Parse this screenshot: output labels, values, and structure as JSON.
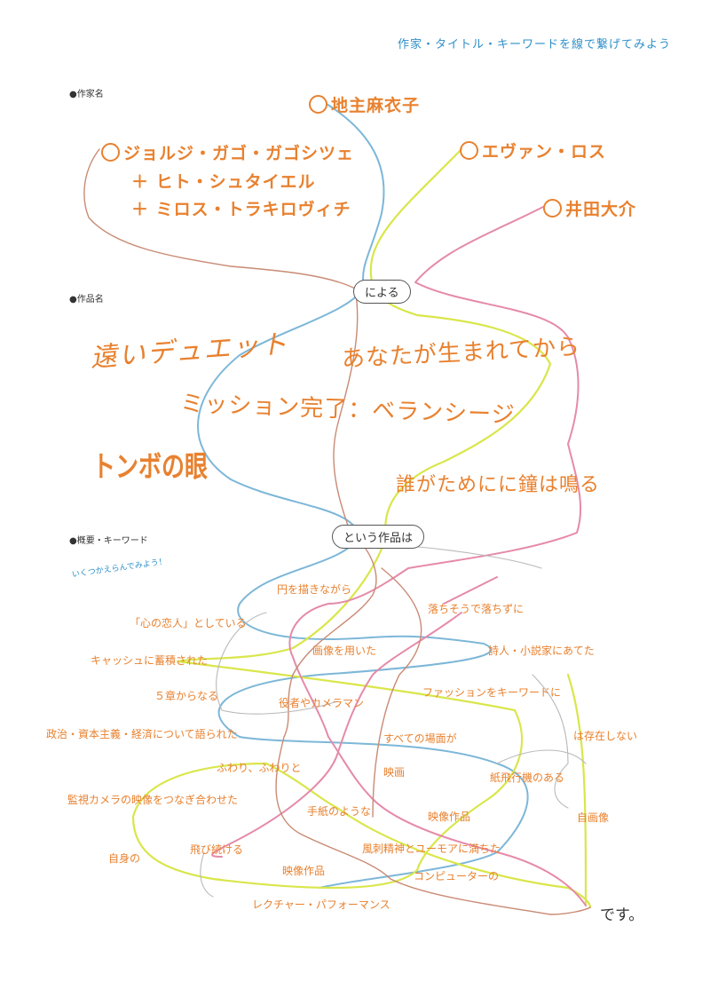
{
  "header": {
    "instruction": "作家・タイトル・キーワードを線で繋げてみよう"
  },
  "sections": {
    "artists": "●作家名",
    "works": "●作品名",
    "keywords": "●概要・キーワード"
  },
  "keywords_note": "いくつかえらんでみよう！",
  "artists": {
    "chinushi": "地主麻衣子",
    "georgian": [
      "ジョルジ・ガゴ・ガゴシツェ",
      "ヒト・シュタイエル",
      "ミロス・トラキロヴィチ"
    ],
    "plus_sign": "＋",
    "evan": "エヴァン・ロス",
    "ida": "井田大介"
  },
  "connectors": {
    "niyoru": "による",
    "toiu": "という作品は",
    "desu": "です。"
  },
  "works": {
    "duet": "遠いデュエット",
    "born": "あなたが生まれてから",
    "mission": "ミッション完了：ベランシージ",
    "tombo": "トンボの眼",
    "bell": "誰がためにに鐘は鳴る"
  },
  "keywords": {
    "k1": "円を描きながら",
    "k2": "「心の恋人」としている",
    "k3": "落ちそうで落ちずに",
    "k4": "画像を用いた",
    "k5": "詩人・小説家にあてた",
    "k6": "キャッシュに蓄積された",
    "k7": "５章からなる",
    "k8": "役者やカメラマン",
    "k9": "ファッションをキーワードに",
    "k10": "政治・資本主義・経済について語られた",
    "k11": "すべての場面が",
    "k12": "は存在しない",
    "k13": "ふわり、ふわりと",
    "k14": "映画",
    "k15": "紙飛行機のある",
    "k16": "監視カメラの映像をつなぎ合わせた",
    "k17": "手紙のような",
    "k18": "映像作品",
    "k19": "自画像",
    "k20": "自身の",
    "k21": "飛び続ける",
    "k22": "風刺精神とユーモアに満ちた",
    "k23": "映像作品",
    "k24": "コンピューターの",
    "k25": "レクチャー・パフォーマンス"
  },
  "line_colors": {
    "blue": "#7db7d8",
    "yellow": "#d9e64a",
    "pink": "#e58aa8",
    "brown": "#c98a74",
    "gray": "#b9b9b9"
  }
}
